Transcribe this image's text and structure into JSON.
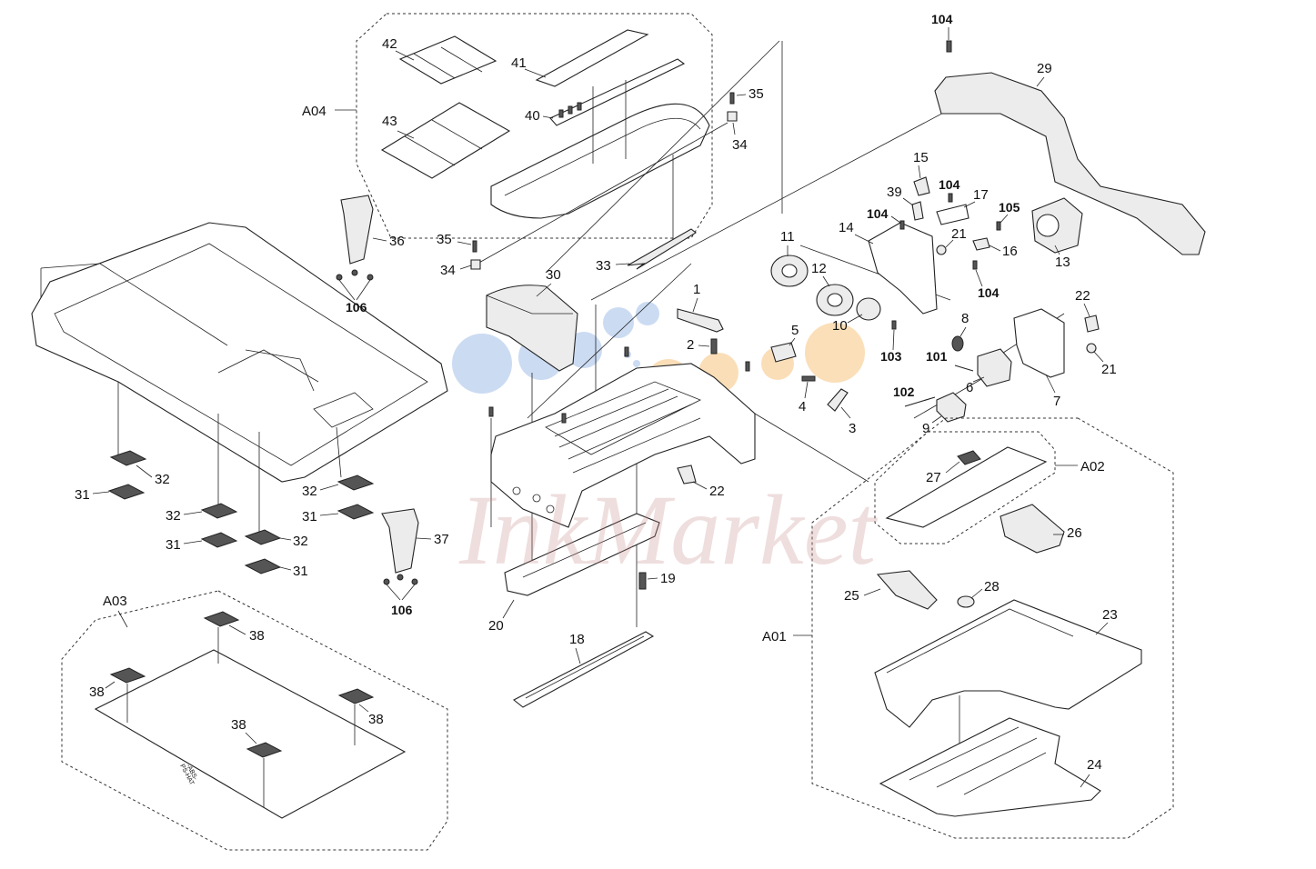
{
  "diagram": {
    "part_numbers": [
      "1",
      "2",
      "3",
      "4",
      "5",
      "6",
      "7",
      "8",
      "9",
      "10",
      "11",
      "12",
      "13",
      "14",
      "15",
      "16",
      "17",
      "18",
      "19",
      "20",
      "21",
      "22",
      "23",
      "24",
      "25",
      "26",
      "27",
      "28",
      "29",
      "30",
      "31",
      "32",
      "33",
      "34",
      "35",
      "36",
      "37",
      "38",
      "39",
      "40",
      "41",
      "42",
      "43"
    ],
    "bold_part_numbers": [
      "101",
      "102",
      "103",
      "104",
      "105",
      "106"
    ],
    "group_labels": [
      "A01",
      "A02",
      "A03",
      "A04"
    ],
    "watermark": "InkMarket",
    "sheet_text": [
      "-ABS-",
      "PS-HAT"
    ]
  },
  "colors": {
    "watermark_red": "#c98a8a",
    "blue_dots": "#a9c4ea",
    "orange_dots": "#f7c98a"
  }
}
